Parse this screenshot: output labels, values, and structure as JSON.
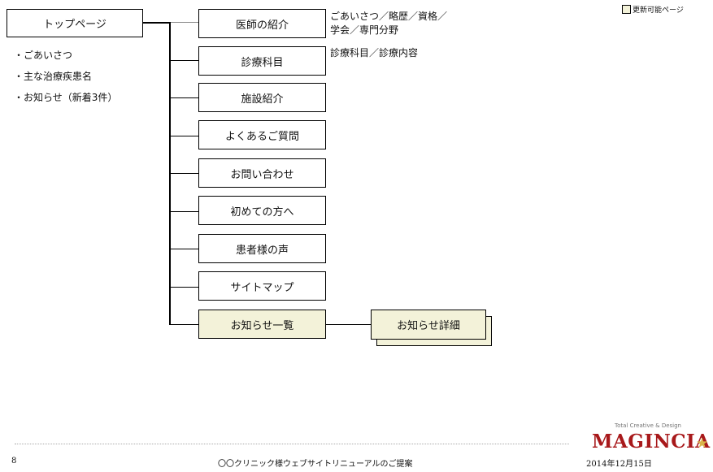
{
  "legend": {
    "label": "更新可能ページ",
    "color": "#f3f2d9"
  },
  "top_page": {
    "title": "トップページ",
    "contents": [
      "ごあいさつ",
      "主な治療疾患名",
      "お知らせ（新着3件）"
    ]
  },
  "pages": [
    {
      "label": "医師の紹介",
      "note": [
        "ごあいさつ／略歴／資格／",
        "学会／専門分野"
      ],
      "updatable": false
    },
    {
      "label": "診療科目",
      "note": [
        "診療科目／診療内容"
      ],
      "updatable": false
    },
    {
      "label": "施設紹介",
      "updatable": false
    },
    {
      "label": "よくあるご質問",
      "updatable": false
    },
    {
      "label": "お問い合わせ",
      "updatable": false
    },
    {
      "label": "初めての方へ",
      "updatable": false
    },
    {
      "label": "患者様の声",
      "updatable": false
    },
    {
      "label": "サイトマップ",
      "updatable": false
    },
    {
      "label": "お知らせ一覧",
      "updatable": true
    }
  ],
  "detail_page": {
    "label": "お知らせ詳細",
    "updatable": true
  },
  "footer": {
    "page_number": "8",
    "document_title": "〇〇クリニック様ウェブサイトリニューアルのご提案",
    "date": "2014年12月15日"
  },
  "logo": {
    "tagline": "Total Creative & Design",
    "name": "MAGINCIA",
    "accent": "#a8191b"
  }
}
